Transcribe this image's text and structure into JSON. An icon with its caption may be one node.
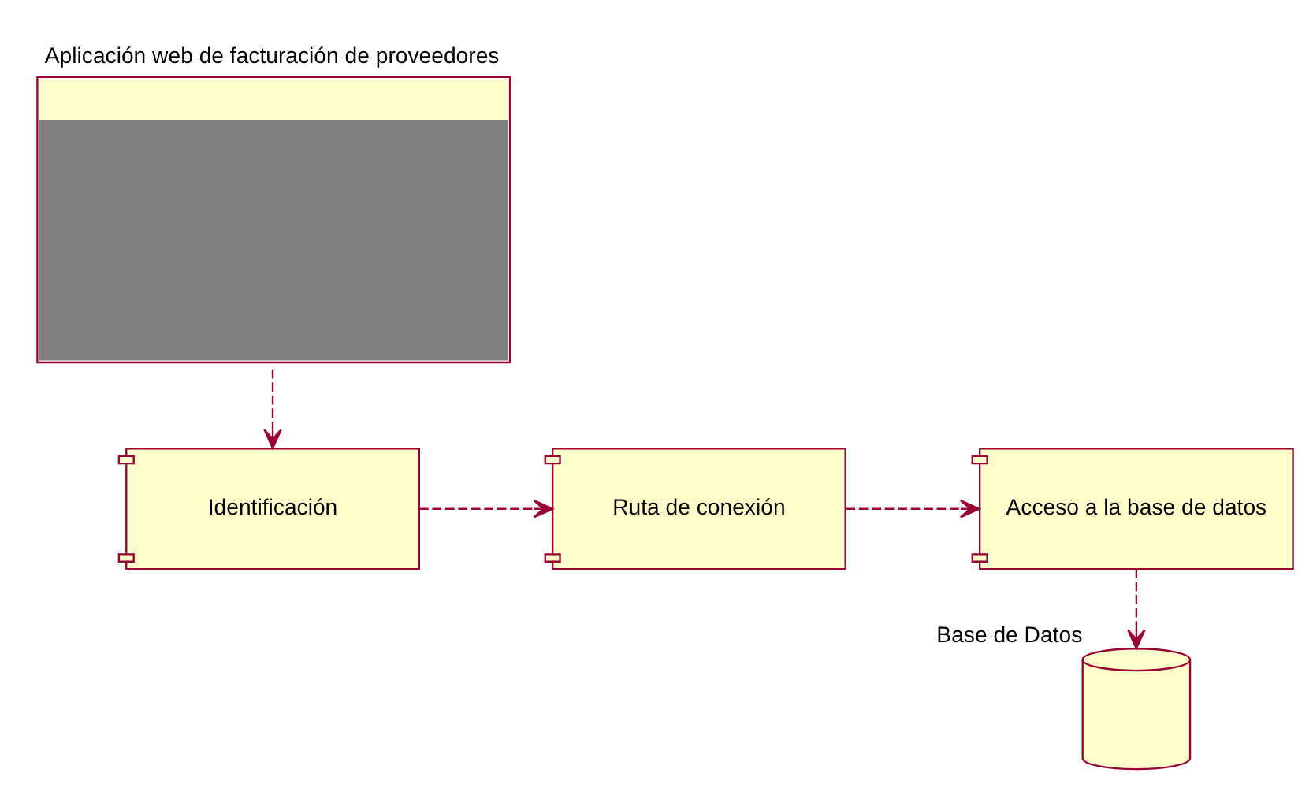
{
  "diagram": {
    "nodes": [
      {
        "text": [
          "Aplicación web de facturación de proveedores"
        ]
      },
      {
        "text": [
          "Identificación"
        ]
      },
      {
        "text": [
          "Ruta de conexión"
        ]
      },
      {
        "text": [
          "Acceso a la base de datos"
        ]
      },
      {
        "text": [
          "Base de Datos"
        ]
      }
    ],
    "edges": [
      {
        "from": 0,
        "to": 1,
        "arrow": "to",
        "style": "dashed"
      },
      {
        "from": 1,
        "to": 2,
        "arrow": "to",
        "style": "dashed"
      },
      {
        "from": 2,
        "to": 3,
        "arrow": "to",
        "style": "dashed"
      },
      {
        "from": 3,
        "to": 4,
        "arrow": "to",
        "style": "dashed"
      }
    ]
  }
}
